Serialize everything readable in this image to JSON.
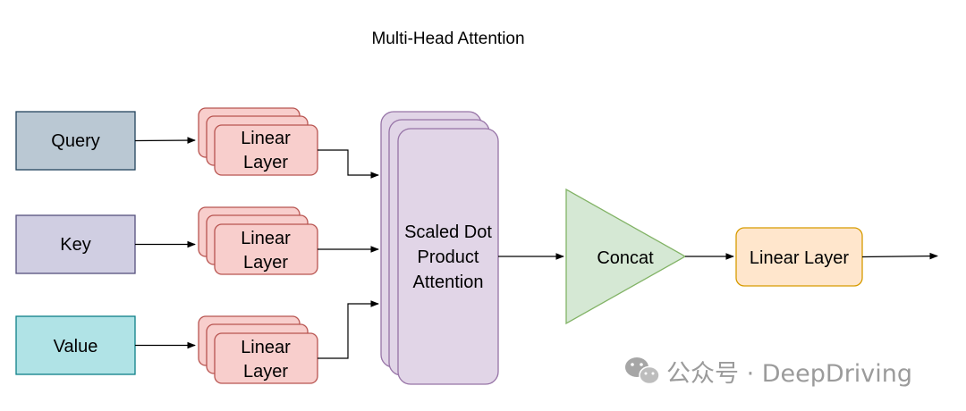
{
  "title": "Multi-Head Attention",
  "inputs": {
    "query": "Query",
    "key": "Key",
    "value": "Value"
  },
  "linear_layer": {
    "line1": "Linear",
    "line2": "Layer"
  },
  "attention": {
    "line1": "Scaled Dot",
    "line2": "Product",
    "line3": "Attention"
  },
  "concat": "Concat",
  "output_layer": "Linear Layer",
  "watermark": {
    "icon": "wechat-icon",
    "text": "公众号 · DeepDriving"
  },
  "colors": {
    "query_fill": "#BAC8D3",
    "query_stroke": "#23445D",
    "key_fill": "#D0CEE2",
    "key_stroke": "#56517E",
    "value_fill": "#B0E3E6",
    "value_stroke": "#0E8088",
    "linear_fill": "#F8CECC",
    "linear_stroke": "#B85450",
    "attention_fill": "#E1D5E7",
    "attention_stroke": "#9673A6",
    "concat_fill": "#D5E8D4",
    "concat_stroke": "#82B366",
    "output_fill": "#FFE6CC",
    "output_stroke": "#D79B00"
  }
}
